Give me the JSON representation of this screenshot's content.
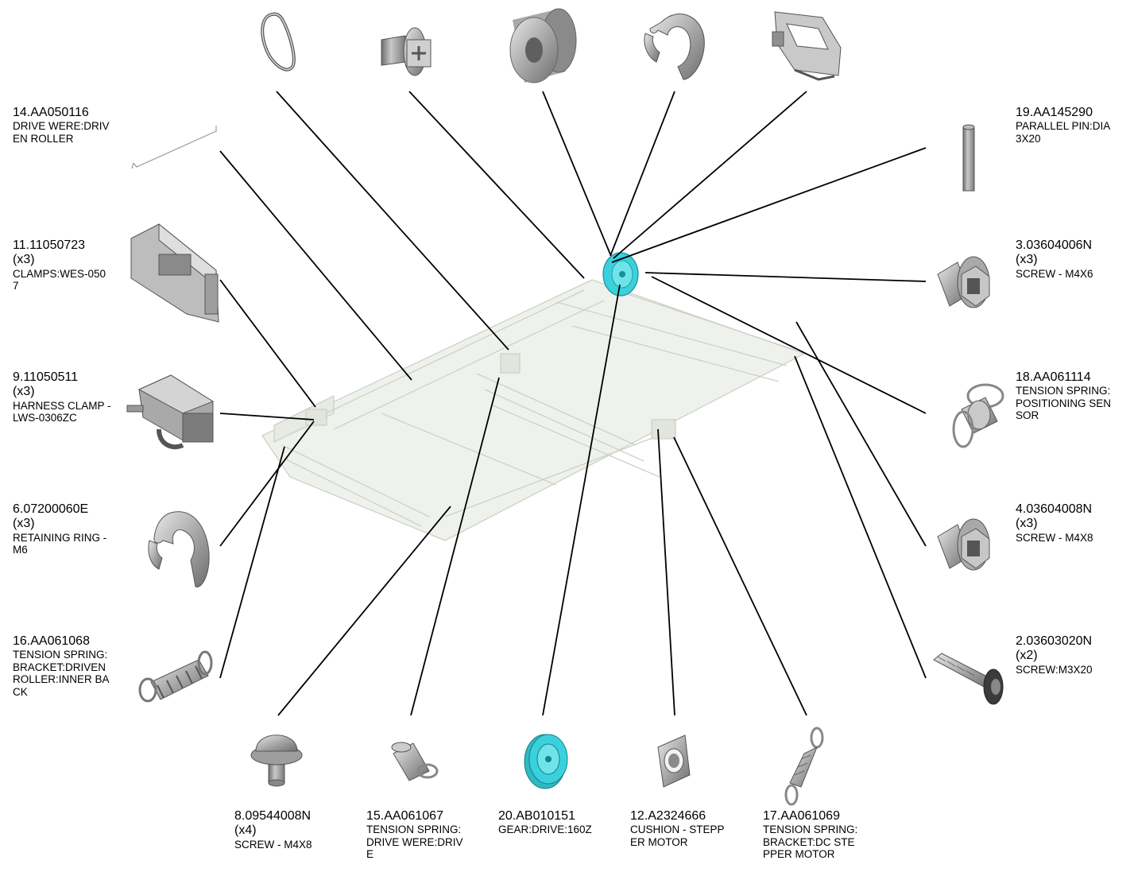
{
  "colors": {
    "line": "#000000",
    "gear": "#3ad1dc",
    "part": "#9a9a9a",
    "frame": "#d7ddd3"
  },
  "parts": {
    "p14": {
      "number": "14.AA050116",
      "qty": "",
      "desc": "DRIVE WERE:DRIV\nEN ROLLER",
      "icon": "drive-wire-icon"
    },
    "p11": {
      "number": "11.11050723",
      "qty": "(x3)",
      "desc": "CLAMPS:WES-050\n7",
      "icon": "clamp-icon"
    },
    "p9": {
      "number": "9.11050511",
      "qty": "(x3)",
      "desc": "HARNESS CLAMP -\n LWS-0306ZC",
      "icon": "harness-clamp-icon"
    },
    "p6": {
      "number": "6.07200060E",
      "qty": "(x3)",
      "desc": "RETAINING RING -\nM6",
      "icon": "retaining-ring-icon"
    },
    "p16": {
      "number": "16.AA061068",
      "qty": "",
      "desc": "TENSION SPRING:\nBRACKET:DRIVEN\nROLLER:INNER BA\nCK",
      "icon": "tension-spring-icon"
    },
    "p19": {
      "number": "19.AA145290",
      "qty": "",
      "desc": "PARALLEL PIN:DIA\n3X20",
      "icon": "parallel-pin-icon"
    },
    "p3": {
      "number": "3.03604006N",
      "qty": "(x3)",
      "desc": "SCREW - M4X6",
      "icon": "hex-screw-icon"
    },
    "p18": {
      "number": "18.AA061114",
      "qty": "",
      "desc": "TENSION SPRING:\nPOSITIONING SEN\nSOR",
      "icon": "short-spring-icon"
    },
    "p4": {
      "number": "4.03604008N",
      "qty": "(x3)",
      "desc": "SCREW - M4X8",
      "icon": "hex-screw-icon"
    },
    "p2": {
      "number": "2.03603020N",
      "qty": "(x2)",
      "desc": "SCREW:M3X20",
      "icon": "long-screw-icon"
    },
    "p8": {
      "number": "8.09544008N",
      "qty": "(x4)",
      "desc": "SCREW - M4X8",
      "icon": "pan-screw-icon"
    },
    "p15": {
      "number": "15.AA061067",
      "qty": "",
      "desc": "TENSION SPRING:\nDRIVE WERE:DRIV\nE",
      "icon": "compression-spring-icon"
    },
    "p20": {
      "number": "20.AB010151",
      "qty": "",
      "desc": "GEAR:DRIVE:160Z",
      "icon": "gear-icon"
    },
    "p12": {
      "number": "12.A2324666",
      "qty": "",
      "desc": "CUSHION - STEPP\nER MOTOR",
      "icon": "cushion-icon"
    },
    "p17": {
      "number": "17.AA061069",
      "qty": "",
      "desc": "TENSION SPRING:\nBRACKET:DC STE\nPPER MOTOR",
      "icon": "extension-spring-icon"
    }
  },
  "top_icons": [
    "wire-loop-icon",
    "phillips-screw-icon",
    "bushing-icon",
    "e-ring-icon",
    "cable-clip-icon"
  ]
}
